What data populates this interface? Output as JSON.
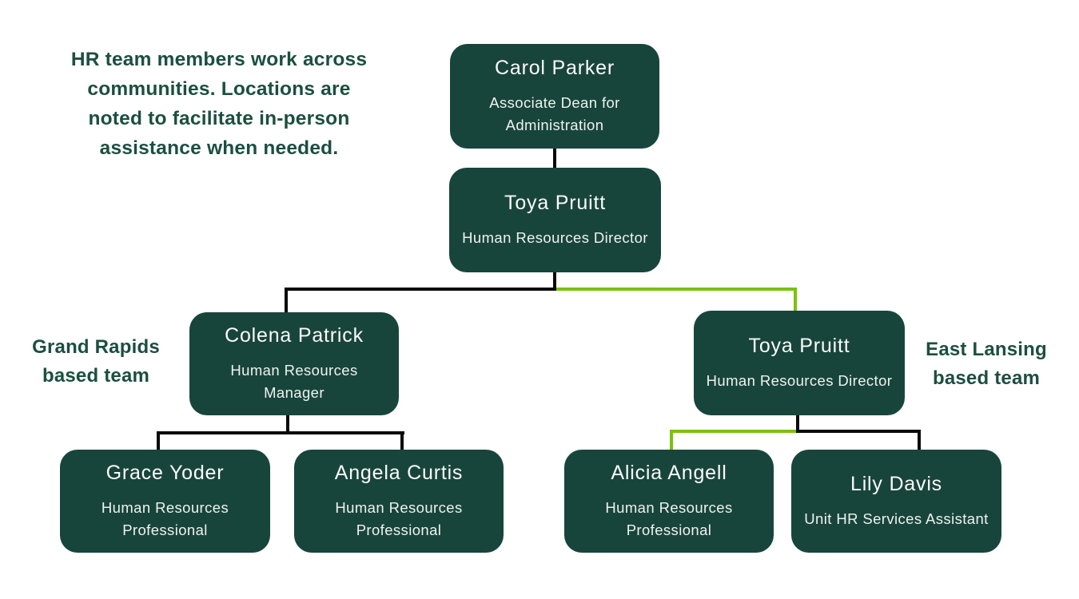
{
  "colors": {
    "node_background": "#18453B",
    "node_text": "#FFFFFF",
    "annotation_text": "#1B4F3F",
    "connector_black": "#0A0A0A",
    "connector_green": "#79C20B",
    "page_background": "#FFFFFF"
  },
  "note": {
    "lines": [
      "HR team members work across",
      "communities. Locations are",
      "noted to facilitate in-person",
      "assistance when needed."
    ]
  },
  "team_labels": {
    "left": {
      "lines": [
        "Grand Rapids",
        "based team"
      ]
    },
    "right": {
      "lines": [
        "East Lansing",
        "based team"
      ]
    }
  },
  "nodes": {
    "carol": {
      "name": "Carol Parker",
      "title": "Associate Dean for Administration"
    },
    "toya": {
      "name": "Toya Pruitt",
      "title": "Human Resources Director"
    },
    "colena": {
      "name": "Colena Patrick",
      "title": "Human Resources Manager"
    },
    "toya2": {
      "name": "Toya Pruitt",
      "title": "Human Resources Director"
    },
    "grace": {
      "name": "Grace Yoder",
      "title": "Human Resources Professional"
    },
    "angela": {
      "name": "Angela Curtis",
      "title": "Human Resources Professional"
    },
    "alicia": {
      "name": "Alicia Angell",
      "title": "Human Resources Professional"
    },
    "lily": {
      "name": "Lily Davis",
      "title": "Unit HR Services Assistant"
    }
  },
  "connections": [
    {
      "from": "Carol Parker (Associate Dean for Administration)",
      "to": "Toya Pruitt (Human Resources Director)",
      "color": "black"
    },
    {
      "from": "Toya Pruitt (Human Resources Director)",
      "to": "Colena Patrick (Human Resources Manager)",
      "color": "black"
    },
    {
      "from": "Toya Pruitt (Human Resources Director)",
      "to": "Toya Pruitt (Human Resources Director, East Lansing)",
      "color": "green"
    },
    {
      "from": "Colena Patrick (Human Resources Manager)",
      "to": "Grace Yoder (Human Resources Professional)",
      "color": "black"
    },
    {
      "from": "Colena Patrick (Human Resources Manager)",
      "to": "Angela Curtis (Human Resources Professional)",
      "color": "black"
    },
    {
      "from": "Toya Pruitt (Human Resources Director, East Lansing)",
      "to": "Alicia Angell (Human Resources Professional)",
      "color": "green"
    },
    {
      "from": "Toya Pruitt (Human Resources Director, East Lansing)",
      "to": "Lily Davis (Unit HR Services Assistant)",
      "color": "black"
    }
  ]
}
